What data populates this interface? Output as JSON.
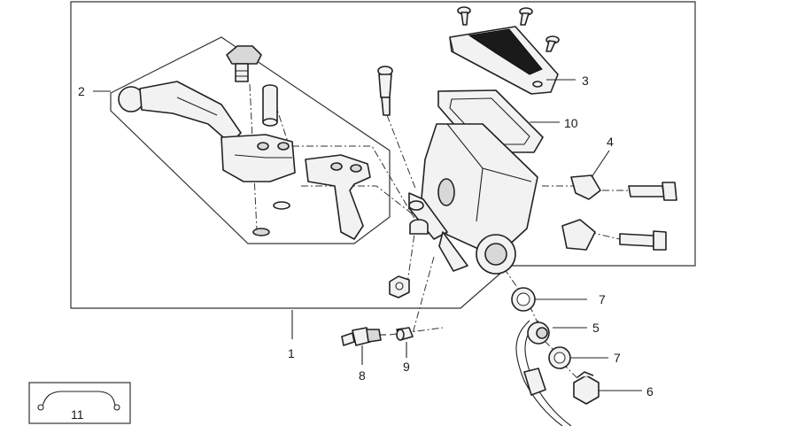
{
  "callouts": {
    "c1": "1",
    "c2": "2",
    "c3": "3",
    "c4": "4",
    "c5": "5",
    "c6": "6",
    "c7a": "7",
    "c7b": "7",
    "c8": "8",
    "c9": "9",
    "c10": "10",
    "c11": "11"
  },
  "colors": {
    "line": "#222222",
    "background": "#ffffff",
    "fill_light": "#f2f2f2",
    "fill_dark": "#1a1a1a"
  }
}
